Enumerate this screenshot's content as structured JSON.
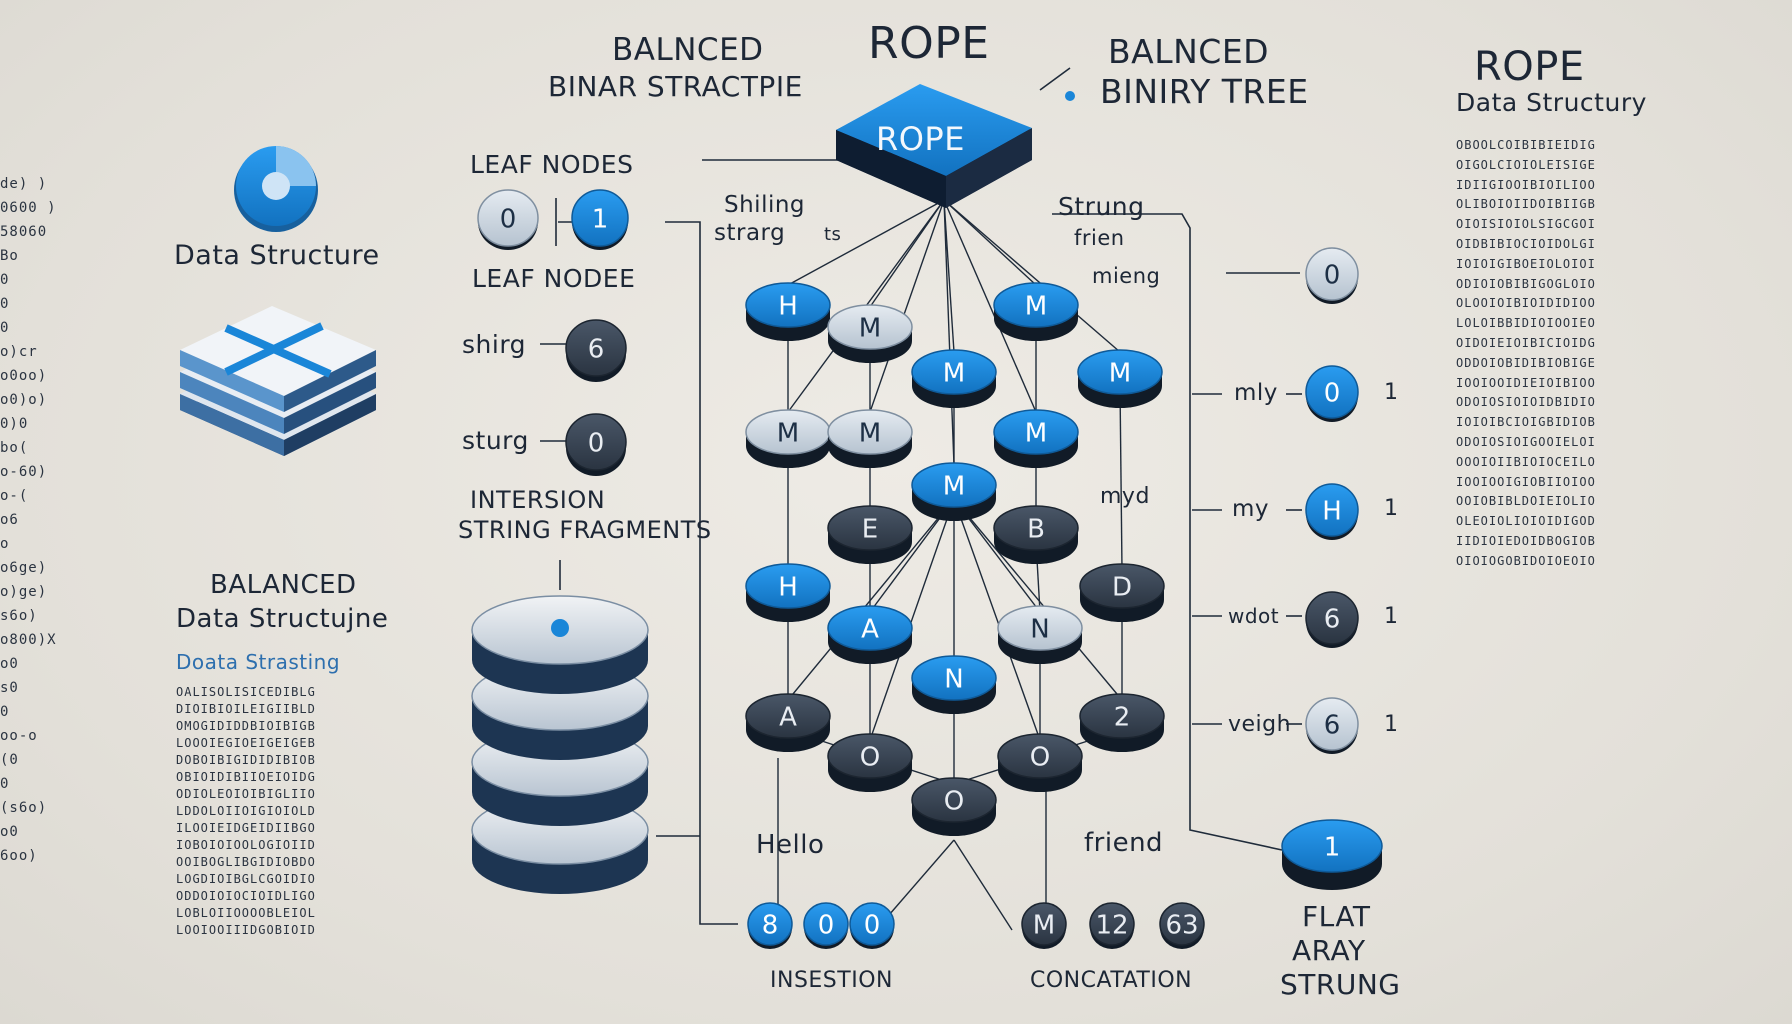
{
  "titles": {
    "top_left_1": "BALNCED",
    "top_left_2": "BINAR STRACTPIE",
    "center": "ROPE",
    "top_right_1": "BALNCED",
    "top_right_2": "BINIRY TREE",
    "far_right_1": "ROPE",
    "far_right_2": "Data Structury"
  },
  "root_node": "ROPE",
  "left_panel": {
    "icon_caption": "Data Structure",
    "caption_1": "BALANCED",
    "caption_2": "Data Structujne",
    "caption_3": "Doata Strasting"
  },
  "leaf_section": {
    "header_1": "LEAF NODES",
    "header_2": "LEAF NODEE",
    "leaf_a": "0",
    "leaf_b": "1",
    "row1_label": "shirg",
    "row1_value": "6",
    "row2_label": "sturg",
    "row2_value": "0",
    "insertion_1": "INTERSION",
    "insertion_2": "STRING FRAGMENTS"
  },
  "tree_labels": {
    "left_1": "Shiling",
    "left_2": "strarg",
    "left_3": "ts",
    "right_1": "Strung",
    "right_2": "frien",
    "right_3": "mieng",
    "right_4": "myd",
    "hello": "Hello",
    "friend": "friend",
    "insertion": "INSESTION",
    "concat": "CONCATATION"
  },
  "tree_nodes": [
    {
      "label": "H",
      "tone": "blue"
    },
    {
      "label": "M",
      "tone": "light"
    },
    {
      "label": "M",
      "tone": "blue"
    },
    {
      "label": "M",
      "tone": "blue"
    },
    {
      "label": "M",
      "tone": "blue"
    },
    {
      "label": "M",
      "tone": "light"
    },
    {
      "label": "M",
      "tone": "light"
    },
    {
      "label": "M",
      "tone": "blue"
    },
    {
      "label": "M",
      "tone": "blue"
    },
    {
      "label": "E",
      "tone": "dark"
    },
    {
      "label": "B",
      "tone": "dark"
    },
    {
      "label": "H",
      "tone": "blue"
    },
    {
      "label": "D",
      "tone": "dark"
    },
    {
      "label": "A",
      "tone": "blue"
    },
    {
      "label": "N",
      "tone": "light"
    },
    {
      "label": "N",
      "tone": "blue"
    },
    {
      "label": "A",
      "tone": "dark"
    },
    {
      "label": "2",
      "tone": "dark"
    },
    {
      "label": "O",
      "tone": "dark"
    },
    {
      "label": "O",
      "tone": "dark"
    },
    {
      "label": "O",
      "tone": "dark"
    }
  ],
  "bottom_nodes": [
    {
      "label": "8",
      "tone": "blue"
    },
    {
      "label": "0",
      "tone": "blue"
    },
    {
      "label": "0",
      "tone": "blue"
    },
    {
      "label": "M",
      "tone": "dark"
    },
    {
      "label": "12",
      "tone": "dark"
    },
    {
      "label": "63",
      "tone": "dark"
    }
  ],
  "right_list": [
    {
      "label": "",
      "value": "0",
      "num": ""
    },
    {
      "label": "mly",
      "value": "0",
      "num": "1"
    },
    {
      "label": "my",
      "value": "H",
      "num": "1"
    },
    {
      "label": "wdot",
      "value": "6",
      "num": "1"
    },
    {
      "label": "veigh",
      "value": "6",
      "num": "1"
    }
  ],
  "flat_array": {
    "node": "1",
    "line_1": "FLAT",
    "line_2": "ARAY",
    "line_3": "STRUNG"
  },
  "colors": {
    "blue": "#1a86d8",
    "dark": "#2f3a48",
    "light": "#c9d2dc",
    "text": "#1d2736"
  },
  "left_edge_glyphs": [
    "de) )",
    "0600 )",
    "58060",
    "Bo",
    "0",
    "0",
    "0",
    "o)cr",
    "o0oo)",
    "o0)o)",
    "0)0",
    "bo(",
    "o-60)",
    "o-(",
    "o6",
    "o",
    "o6ge)",
    "o)ge)",
    "s6o)",
    "o800)X",
    "o0",
    "s0",
    "0",
    "oo-o",
    "(0",
    "0",
    "(s6o)",
    "o0",
    "6oo)"
  ],
  "left_matrix": [
    "OALISOLISICEDIBLG",
    "DIOIBIOILEIGIIBLD",
    "OMOGIDIDDBIOIBIGB",
    "LOOOIEGIOEIGEIGEB",
    "DOBOIBIGIDIDIBIOB",
    "OBIOIDIBIIOEIOIDG",
    "ODIOLEOIOIBIGLIIO",
    "LDDOLOIIOIGIOIOLD",
    "ILOOIEIDGEIDIIBGO",
    "IOBOIOIOOLOGIOIID",
    "OOIBOGLIBGIDIOBDO",
    "LOGDIOIBGLCGOIDIO",
    "ODDOIOIOCIOIDLIGO",
    "LOBLOIIOOOOBLEIOL",
    "LOOIOOIIIDGOBIOID"
  ],
  "right_matrix": [
    "OBOOLCOIBIBIEIDIG",
    "OIGOLCIOIOLEISIGE",
    "IDIIGIOOIBIOILIOO",
    "OLIBOIOIIDOIBIIGB",
    "OIOISIOIOLSIGCGOI",
    "OIDBIBIOCIOIDOLGI",
    "IOIOIGIBOEIOLOIOI",
    "ODIOIOBIBIGOGLOIO",
    "OLOOIOIBIOIDIDIOO",
    "LOLOIBBIDIOIOOIEO",
    "OIDOIEIOIBICIOIDG",
    "ODDOIOBIDIBIOBIGE",
    "IOOIOOIDIEIOIBIOO",
    "ODOIOSIOIOIDBIDIO",
    "IOIOIBCIOIGBIDIOB",
    "ODOIOSIOIGOOIELOI",
    "OOOIOIIBIOIOCEILO",
    "IOOIOOIGIOBIIOIOO",
    "OOIOBIBLDOIEIOLIO",
    "OLEOIOLIOIOIDIGOD",
    "IIDIOIEDOIDBOGIOB",
    "OIOIOGOBIDOIOEOIO"
  ]
}
